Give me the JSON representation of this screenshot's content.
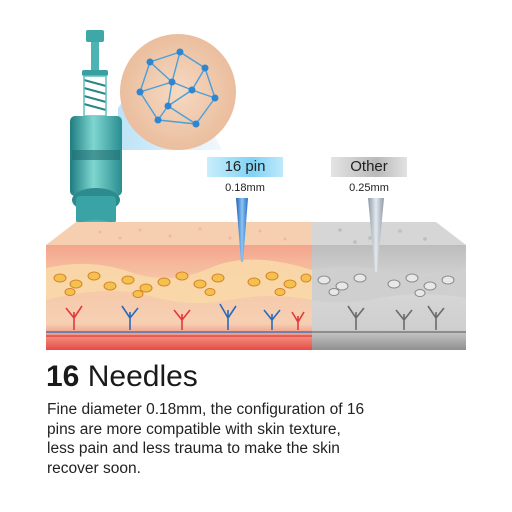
{
  "labels": {
    "left": {
      "tag": "16 pin",
      "diameter": "0.18mm"
    },
    "right": {
      "tag": "Other",
      "diameter": "0.25mm"
    }
  },
  "heading": {
    "number": "16",
    "word": "Needles"
  },
  "description": [
    "Fine diameter 0.18mm, the configuration of 16",
    "pins are more compatible with skin texture,",
    "less pain and less trauma to make the skin",
    "recover soon."
  ],
  "colors": {
    "skin_top": "#f6c9a6",
    "skin_red": "#e86a5a",
    "gray_top": "#d9d9d9",
    "gray_mid": "#9e9e9e",
    "needle_blue": "#3d7fd6",
    "cartridge": "#3ea7a8",
    "cell": "#f2c14e"
  },
  "icons": [
    "needle-cartridge-icon",
    "magnified-skin-network-icon",
    "thin-needle-icon",
    "thick-needle-icon"
  ]
}
